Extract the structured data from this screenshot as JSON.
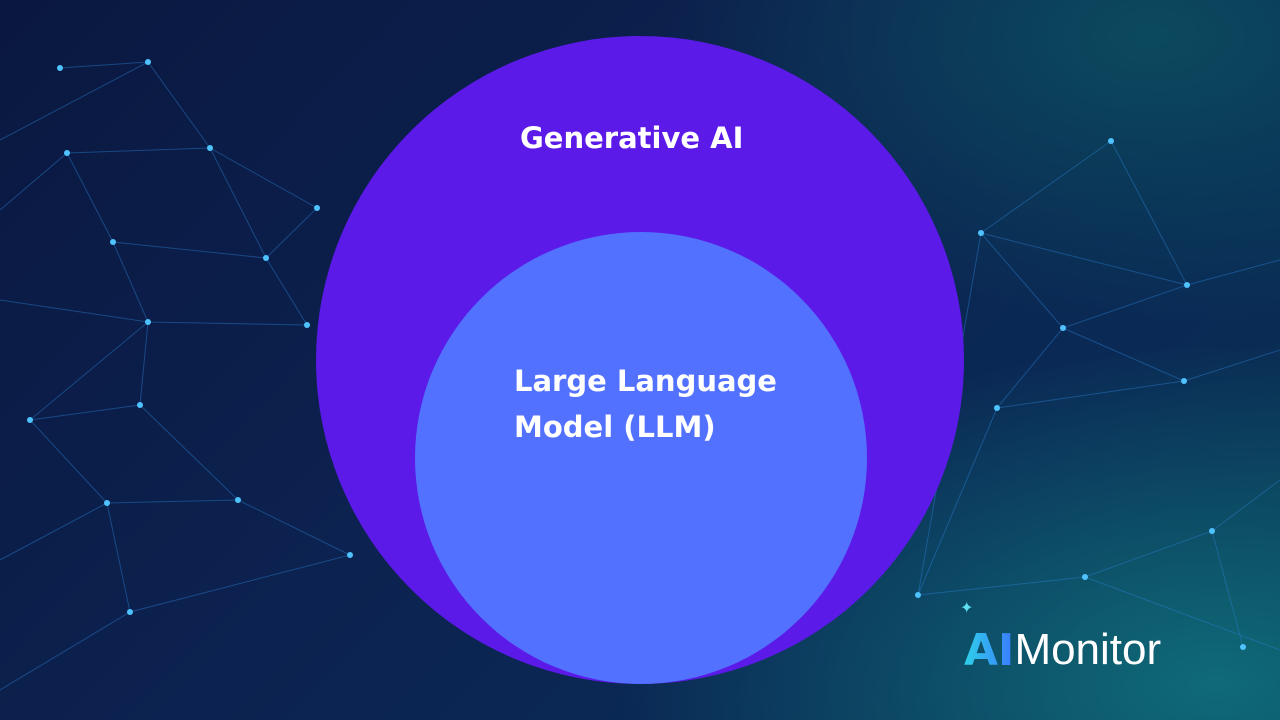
{
  "diagram": {
    "outer_circle": {
      "label": "Generative AI",
      "color": "#5b1ae8"
    },
    "inner_circle": {
      "label_line1": "Large Language",
      "label_line2": "Model (LLM)",
      "color": "#5271ff"
    }
  },
  "logo": {
    "prefix": "AI",
    "name": "Monitor",
    "text": "AIMonitor"
  }
}
